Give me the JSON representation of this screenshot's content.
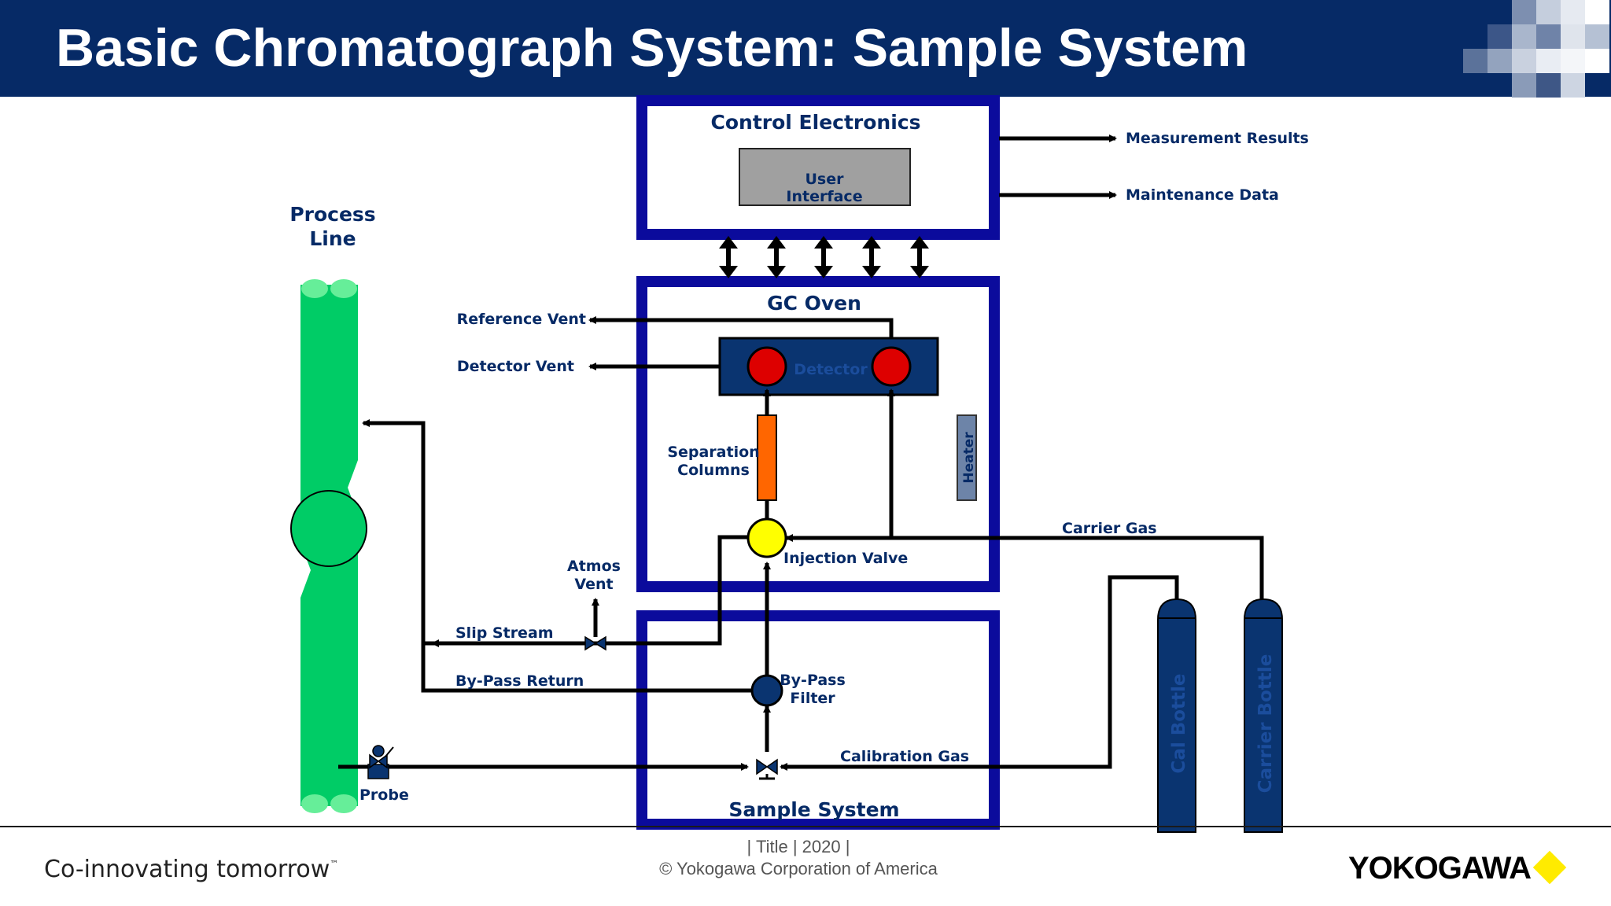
{
  "slide": {
    "title": "Basic Chromatograph System: Sample System",
    "colors": {
      "navy": "#062a66",
      "box_border": "#0b0b9c",
      "process": "#00cc66",
      "detector_fill": "#0a3470",
      "red": "#dd0000",
      "column": "#ff6600",
      "valve": "#ffff00",
      "ui_box": "#a0a0a0",
      "heater": "#6d84a8"
    }
  },
  "diagram": {
    "control_electronics": "Control Electronics",
    "user_interface_1": "User",
    "user_interface_2": "Interface",
    "measurement_results": "Measurement Results",
    "maintenance_data": "Maintenance Data",
    "gc_oven": "GC Oven",
    "reference_vent": "Reference Vent",
    "detector_vent": "Detector Vent",
    "detector": "Detector",
    "separation_1": "Separation",
    "separation_2": "Columns",
    "heater": "Heater",
    "injection_valve": "Injection Valve",
    "carrier_gas": "Carrier Gas",
    "process_1": "Process",
    "process_2": "Line",
    "atmos_1": "Atmos",
    "atmos_2": "Vent",
    "slip_stream": "Slip Stream",
    "bypass_return": "By-Pass Return",
    "bypass_filter_1": "By-Pass",
    "bypass_filter_2": "Filter",
    "calibration_gas": "Calibration Gas",
    "probe": "Probe",
    "sample_system": "Sample System",
    "cal_bottle": "Cal Bottle",
    "carrier_bottle": "Carrier Bottle"
  },
  "footer": {
    "tagline": "Co-innovating tomorrow",
    "tm": "™",
    "center_line1": "| Title | 2020 |",
    "center_line2": "© Yokogawa Corporation of America",
    "brand": "YOKOGAWA"
  }
}
